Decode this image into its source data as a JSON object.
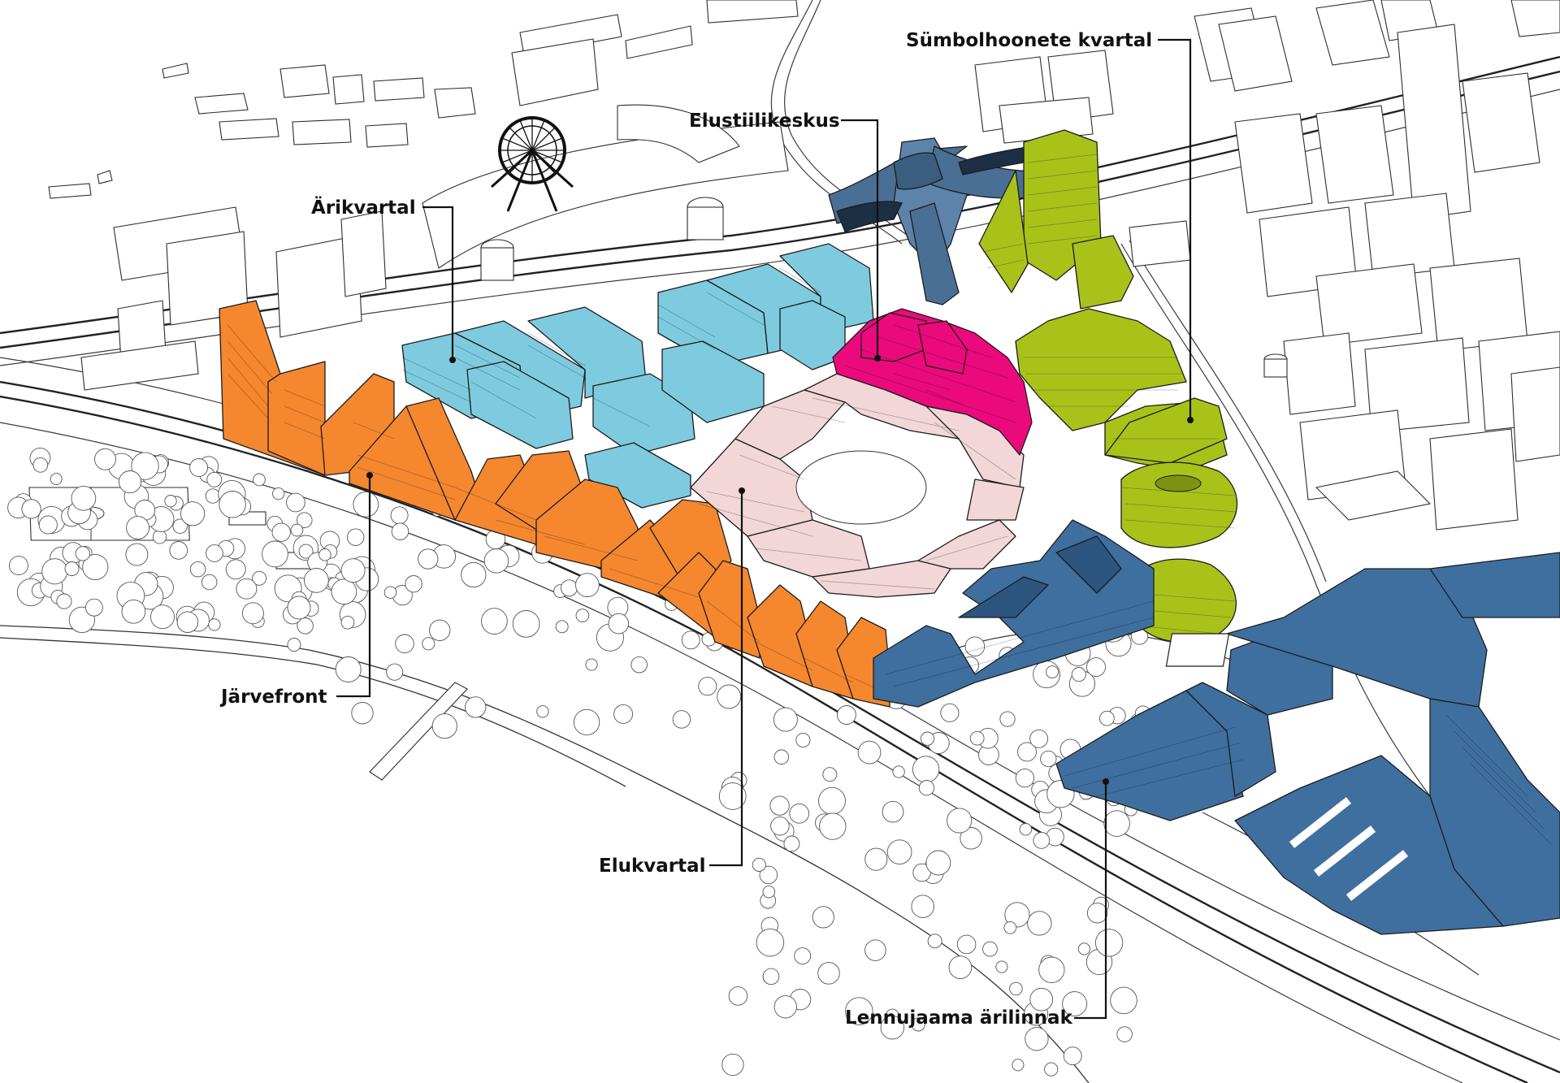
{
  "districts": [
    {
      "id": "arikvartal",
      "label": "Ärikvartal",
      "color": "#7ecbdf"
    },
    {
      "id": "jarvefront",
      "label": "Järvefront",
      "color": "#f5872f"
    },
    {
      "id": "elukvartal",
      "label": "Elukvartal",
      "color": "#f2d6d8"
    },
    {
      "id": "elustiilikeskus",
      "label": "Elustiilikeskus",
      "color": "#ea0a7c"
    },
    {
      "id": "sumbolhoonete-kvartal",
      "label": "Sümbolhoonete kvartal",
      "color": "#a8c21a"
    },
    {
      "id": "lennujaama-arilinnak",
      "label": "Lennujaama ärilinnak",
      "color": "#3f6f9f"
    }
  ],
  "landmarks": [
    {
      "id": "ferris-wheel",
      "icon": "ferris-wheel-icon"
    },
    {
      "id": "transit-hub",
      "icon": "transit-hub-icon",
      "color": "#4a6f94"
    }
  ]
}
